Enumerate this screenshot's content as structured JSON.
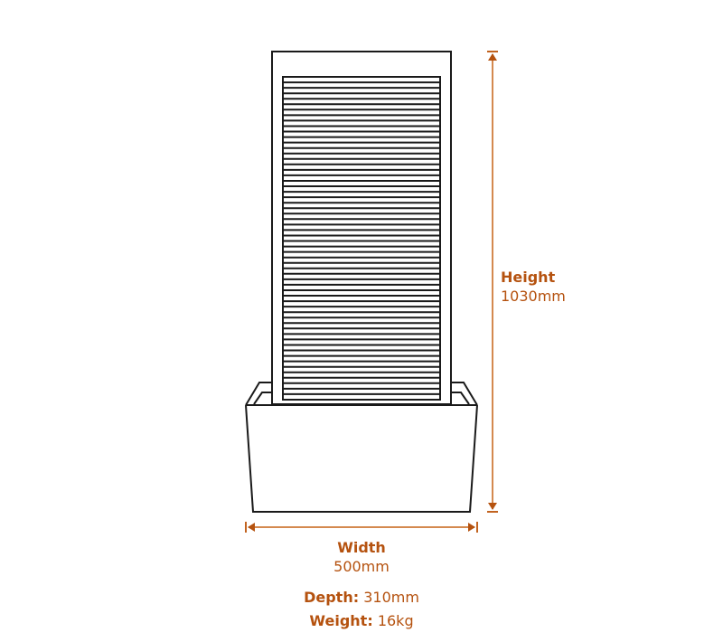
{
  "diagram": {
    "subject": "water-wall-fountain",
    "accent_color": "#b5520f",
    "dimension_line_color": "#d4894f",
    "outline_color": "#1a1a1a",
    "slat_count": 59
  },
  "dimensions": {
    "height": {
      "title": "Height",
      "value": "1030mm"
    },
    "width": {
      "title": "Width",
      "value": "500mm"
    },
    "depth": {
      "title": "Depth:",
      "value": "310mm"
    },
    "weight": {
      "title": "Weight:",
      "value": "16kg"
    }
  }
}
